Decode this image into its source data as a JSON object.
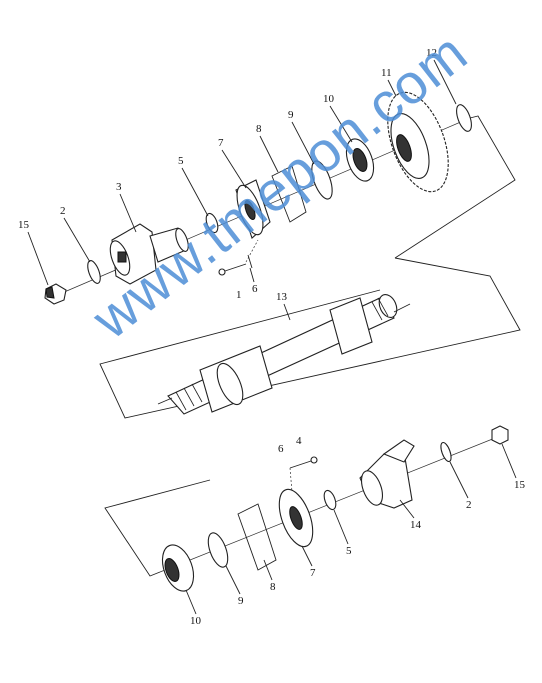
{
  "callouts": {
    "c15a": "15",
    "c2a": "2",
    "c3": "3",
    "c5a": "5",
    "c7a": "7",
    "c8a": "8",
    "c9a": "9",
    "c10a": "10",
    "c11": "11",
    "c12": "12",
    "c1": "1",
    "c6a": "6",
    "c13": "13",
    "c6b": "6",
    "c4": "4",
    "c15b": "15",
    "c2b": "2",
    "c14": "14",
    "c5b": "5",
    "c7b": "7",
    "c8b": "8",
    "c9b": "9",
    "c10b": "10"
  },
  "watermark": "www.tmepon.com",
  "colors": {
    "watermark": "#4d8ed6",
    "line": "#222222"
  }
}
